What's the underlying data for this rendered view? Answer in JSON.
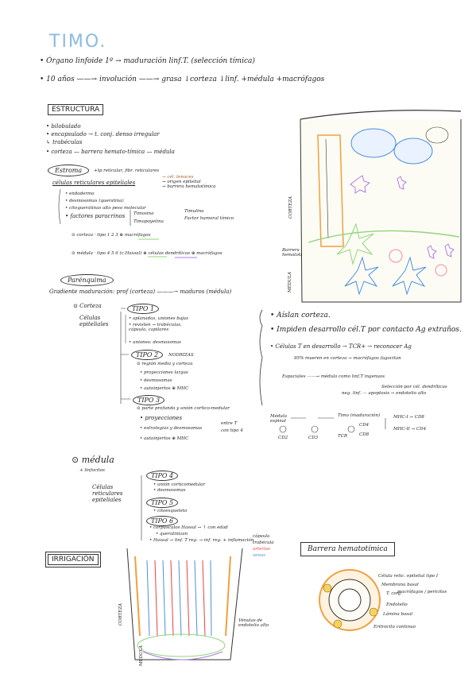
{
  "header": {
    "title": "TIMO.",
    "line1": "• Órgano linfoide 1º → maduración linf.T. (selección tímica)",
    "line2": "• 10 años ——→ involución ——→ grasa ↓corteza ↓linf. +médula +macrófagos"
  },
  "estructura": {
    "label": "ESTRUCTURA",
    "items": [
      "• bilobulado",
      "• encapsulado → t. conj. denso irregular",
      "     ↳ trabéculas",
      "• corteza — barrera hemato-tímica — médula"
    ],
    "estroma": {
      "label": "Estroma",
      "desc": "+tp reticular, fibr. reticulares",
      "celulas": "células reticulares epiteliales",
      "notes": [
        "→ cél. tenaces",
        "→ origen epitelial",
        "→ barrera hematotímica"
      ],
      "list": [
        "• endodermo",
        "• desmosomas (queratina)",
        "• citoqueratinas alto peso molecular",
        "• factores paracrinos"
      ],
      "factores": [
        "Timosina",
        "Timopoyetina"
      ],
      "factores_right": [
        "Timulina",
        "Factor humoral tímico"
      ],
      "corteza_tipo": "⊙ corteza · tipo 1 2 3 ⊕ macrófagos",
      "medula_tipo": "⊙ médula · tipo 4 5 6 (c.Hassal) ⊕ células dendríticas ⊕ macrófagos"
    },
    "parenquima": {
      "label": "Parénquima",
      "gradiente": "Gradiente maduración: prof (corteza) ———→ maduros (médula)",
      "corteza_label": "⊙ Corteza",
      "celulas_epiteliales": "Células epiteliales",
      "tipo1": {
        "label": "TIPO 1",
        "items": [
          "• aplanadas, uniones bajas",
          "• revisten → trabéculas, cápsula, capilares",
          "• uniones: desmosomas"
        ]
      },
      "tipo2": {
        "label": "TIPO 2",
        "extra": "NODRIZAS",
        "items": [
          "⊙ región media y corteza",
          "• proyecciones largas",
          "• desmosomas",
          "• autoinjertos ⊕ MHC"
        ]
      },
      "tipo3": {
        "label": "TIPO 3",
        "items": [
          "⊙ parte profunda y unión cortico-medular",
          "• proyecciones",
          "• estrategias y desmosomas",
          "• autoinjertos ⊕ MHC"
        ],
        "side": [
          "entre T",
          "con tipo 4"
        ]
      }
    }
  },
  "notes_right": {
    "items": [
      "• Aíslan corteza.",
      "• Impiden desarrollo cél.T por contacto Ag extraños.",
      "• Células T en desarrollo → TCR+ → reconocer Ag"
    ],
    "sub": "95% mueren en corteza → macrófagos fagocitan",
    "espaciales": "Espaciales ——→ médula como linf.T ingenuos",
    "sel": "Selección por cél. dendríticas",
    "neg": "neg. linf. — apoptosis → endotelio alto",
    "medula_espinal": "Médula espinal",
    "flow": [
      "CD2",
      "CD3",
      "CD4",
      "CD8",
      "TCR"
    ],
    "timo": "Timo (maduración)",
    "mhc1": "MHC-I → CD8",
    "mhc2": "MHC-II → CD4"
  },
  "medula": {
    "label": "⊙ médula",
    "linfocitos": "+ linfocitos",
    "celulas": "Células reticulares epiteliales",
    "tipo4": {
      "label": "TIPO 4",
      "items": [
        "• unión corticomedular",
        "• desmosomas"
      ]
    },
    "tipo5": {
      "label": "TIPO 5",
      "items": [
        "• citoesqueleto"
      ]
    },
    "tipo6": {
      "label": "TIPO 6",
      "items": [
        "• corpúsculos Hassal → ↑ con edad",
        "• queratinizan",
        "• Hassal → linf. T reg. → inf. reg. + inflamación"
      ]
    }
  },
  "irrigacion": {
    "label": "IRRIGACIÓN",
    "labels": [
      "CORTEZA",
      "MÉDULA",
      "Vénulas de endotelio alto",
      "cápsula",
      "trabécula",
      "arterias",
      "venas"
    ]
  },
  "barrera": {
    "label": "Barrera hematotímica",
    "labels": [
      "Célula retic. epitelial tipo I",
      "Membrana basal",
      "T. conj.",
      "macrófagos / pericitos",
      "Endotelio",
      "Lámina basal",
      "Eritrocito continuo"
    ]
  },
  "diagram_top": {
    "labels": [
      "CORTEZA",
      "Barrera hematotímica",
      "MÉDULA"
    ]
  },
  "colors": {
    "title": "#8bbbe0",
    "orange": "#f0a040",
    "green": "#8fd67a",
    "blue": "#4a8fe0",
    "purple": "#b07be8",
    "pink": "#f08ca0",
    "red": "#e84040",
    "yellow": "#f2d55a"
  }
}
